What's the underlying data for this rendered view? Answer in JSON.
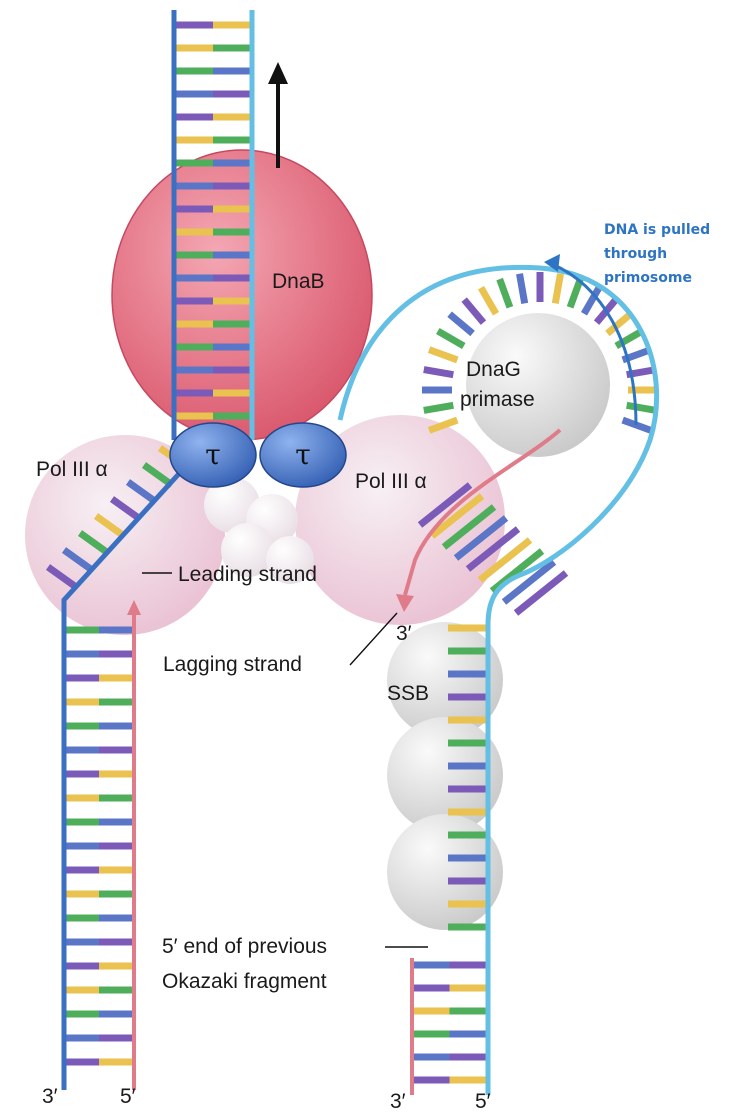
{
  "labels": {
    "dnab": "DnaB",
    "dnag_line1": "DnaG",
    "dnag_line2": "primase",
    "pol_left": "Pol III α",
    "pol_right": "Pol III α",
    "tau_left": "τ",
    "tau_right": "τ",
    "leading": "Leading strand",
    "lagging": "Lagging strand",
    "ssb": "SSB",
    "okazaki_line1": "5′ end of previous",
    "okazaki_line2": "Okazaki fragment",
    "three_prime_lagging": "3′",
    "note_line1": "DNA is pulled",
    "note_line2": "through",
    "note_line3": "primosome"
  },
  "ends": {
    "left_3": "3′",
    "left_5": "5′",
    "right_3": "3′",
    "right_5": "5′"
  },
  "colors": {
    "dnab": "#e0677a",
    "polymerase": "#eec6d8",
    "tau": "#3a6cc8",
    "primase": "#d8d8d8",
    "ssb": "#dcdcdc",
    "strand_blue": "#3b6fc2",
    "strand_cyan": "#63bfe3",
    "strand_pink": "#e07b8a",
    "base_colors": [
      "#7c5bb8",
      "#e9c24f",
      "#4fae5b",
      "#5b76c6"
    ],
    "note": "#2e74c4"
  }
}
